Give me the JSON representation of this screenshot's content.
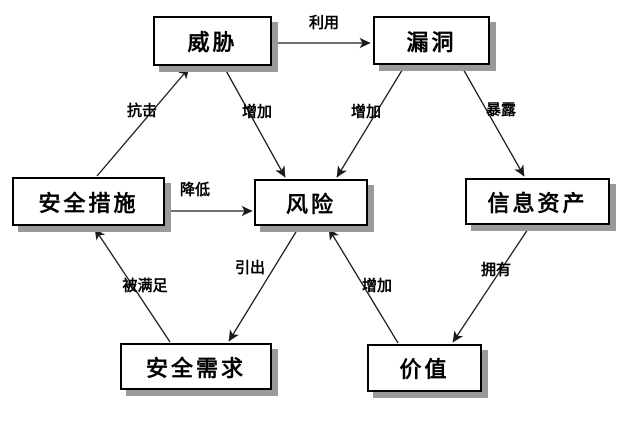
{
  "diagram": {
    "type": "concept-relationship-diagram",
    "colors": {
      "background": "#ffffff",
      "node_fill": "#ffffff",
      "node_border": "#000000",
      "node_shadow": "#9a9a9a",
      "line": "#1a1a1a",
      "text": "#000000"
    },
    "nodes": {
      "threat": {
        "label": "威胁"
      },
      "vulnerability": {
        "label": "漏洞"
      },
      "security_measures": {
        "label": "安全措施"
      },
      "risk": {
        "label": "风险"
      },
      "information_assets": {
        "label": "信息资产"
      },
      "security_requirements": {
        "label": "安全需求"
      },
      "value": {
        "label": "价值"
      }
    },
    "edges": [
      {
        "from": "威胁",
        "to": "漏洞",
        "label": "利用"
      },
      {
        "from": "安全措施",
        "to": "威胁",
        "label": "抗击"
      },
      {
        "from": "威胁",
        "to": "风险",
        "label": "增加"
      },
      {
        "from": "漏洞",
        "to": "风险",
        "label": "增加"
      },
      {
        "from": "漏洞",
        "to": "信息资产",
        "label": "暴露"
      },
      {
        "from": "安全措施",
        "to": "风险",
        "label": "降低"
      },
      {
        "from": "风险",
        "to": "安全需求",
        "label": "引出"
      },
      {
        "from": "安全需求",
        "to": "安全措施",
        "label": "被满足"
      },
      {
        "from": "价值",
        "to": "风险",
        "label": "增加"
      },
      {
        "from": "信息资产",
        "to": "价值",
        "label": "拥有"
      }
    ]
  }
}
